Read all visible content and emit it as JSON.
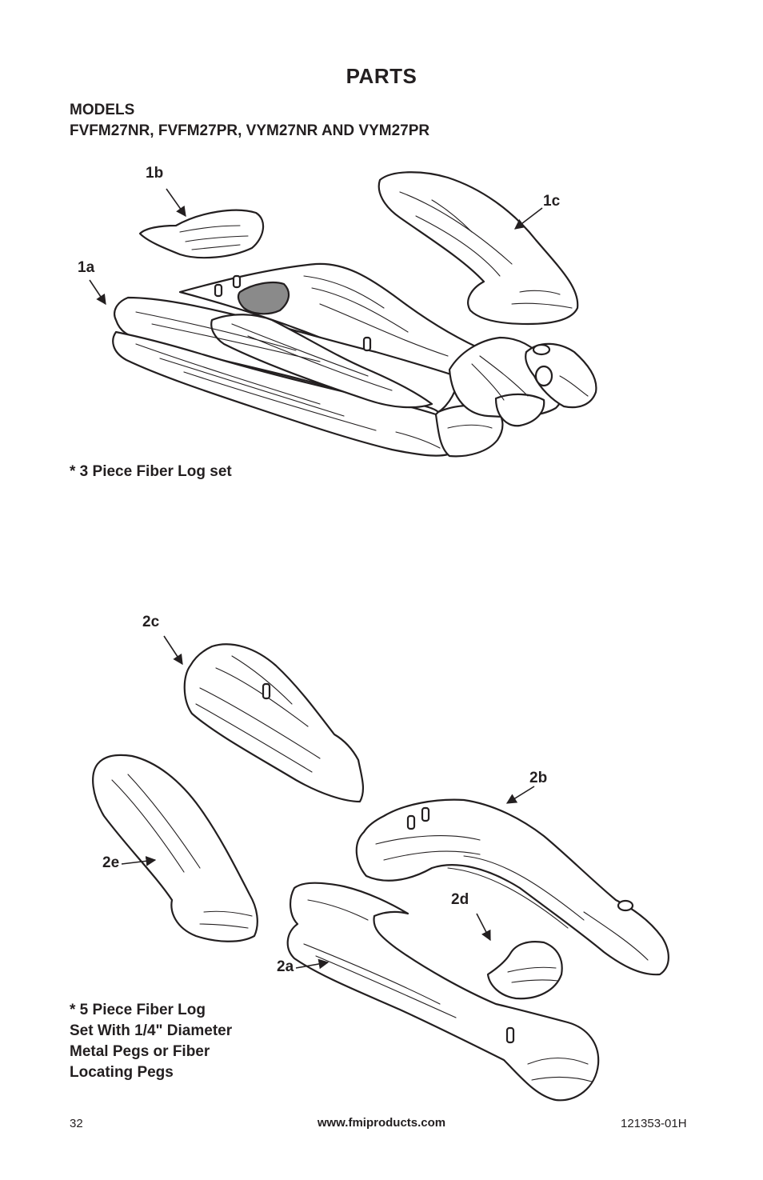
{
  "header": {
    "title": "PARTS",
    "models_label": "MODELS",
    "models_list": "FVFM27NR, FVFM27PR, VYM27NR AND VYM27PR"
  },
  "set1": {
    "caption": "* 3 Piece Fiber Log set",
    "callouts": {
      "a": "1a",
      "b": "1b",
      "c": "1c"
    }
  },
  "set2": {
    "caption_lines": [
      "* 5 Piece Fiber Log",
      "Set With 1/4\" Diameter",
      "Metal Pegs or Fiber",
      "Locating Pegs"
    ],
    "callouts": {
      "a": "2a",
      "b": "2b",
      "c": "2c",
      "d": "2d",
      "e": "2e"
    }
  },
  "footer": {
    "page_number": "32",
    "website": "www.fmiproducts.com",
    "doc_number": "121353-01H"
  }
}
